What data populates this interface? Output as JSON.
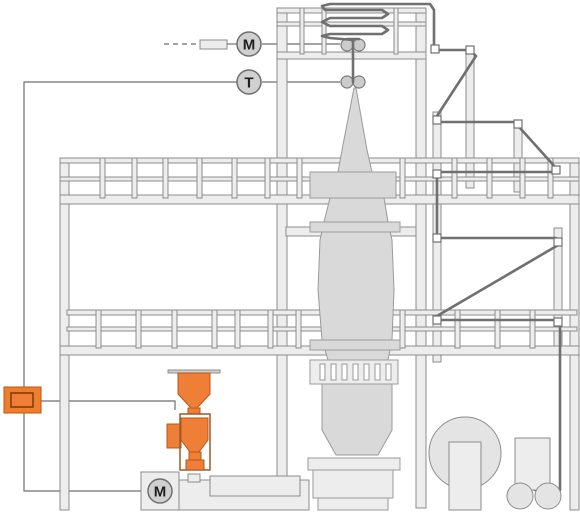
{
  "diagram": {
    "motor_top_label": "M",
    "tension_label": "T",
    "motor_bottom_label": "M"
  },
  "colors": {
    "steel_fill": "#ededed",
    "steel_stroke": "#8c8c8c",
    "cable": "#707070",
    "signal_line": "#6e6e6e",
    "tower_fill": "#d9d9d9",
    "accent_orange": "#ef7f36",
    "accent_orange_dark": "#b85618",
    "controller_orange": "#f07d2a"
  }
}
